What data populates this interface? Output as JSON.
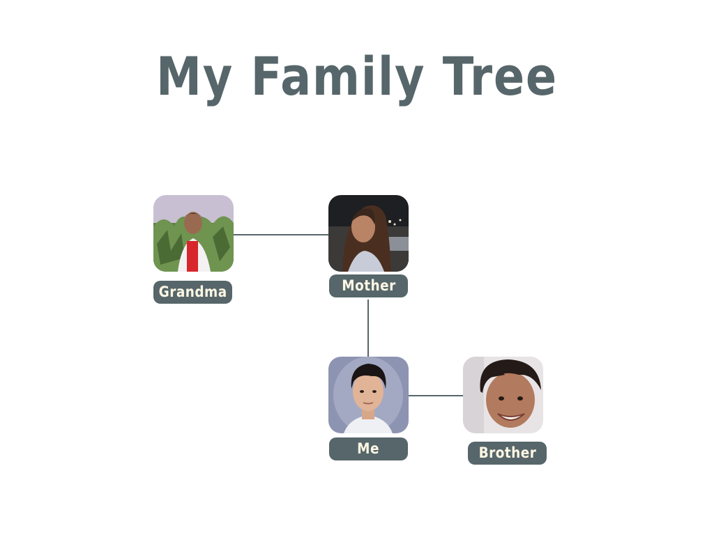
{
  "title": "My Family Tree",
  "colors": {
    "title": "#56666a",
    "label_background": "#56666a",
    "label_text": "#fdf6e4",
    "connector": "#56666a"
  },
  "members": {
    "grandma": {
      "label": "Grandma"
    },
    "mother": {
      "label": "Mother"
    },
    "me": {
      "label": "Me"
    },
    "brother": {
      "label": "Brother"
    }
  }
}
